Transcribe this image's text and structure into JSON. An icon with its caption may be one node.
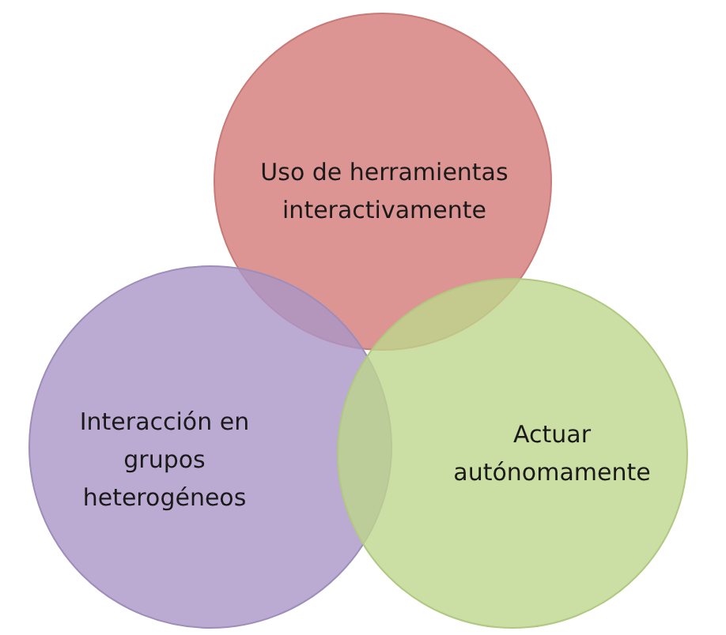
{
  "diagram": {
    "nodes": [
      {
        "text": [
          "Uso de herramientas interactivamente"
        ]
      },
      {
        "text": [
          "Interacción en grupos heterogéneos"
        ]
      },
      {
        "text": [
          "Actuar autónomamente"
        ]
      }
    ]
  }
}
